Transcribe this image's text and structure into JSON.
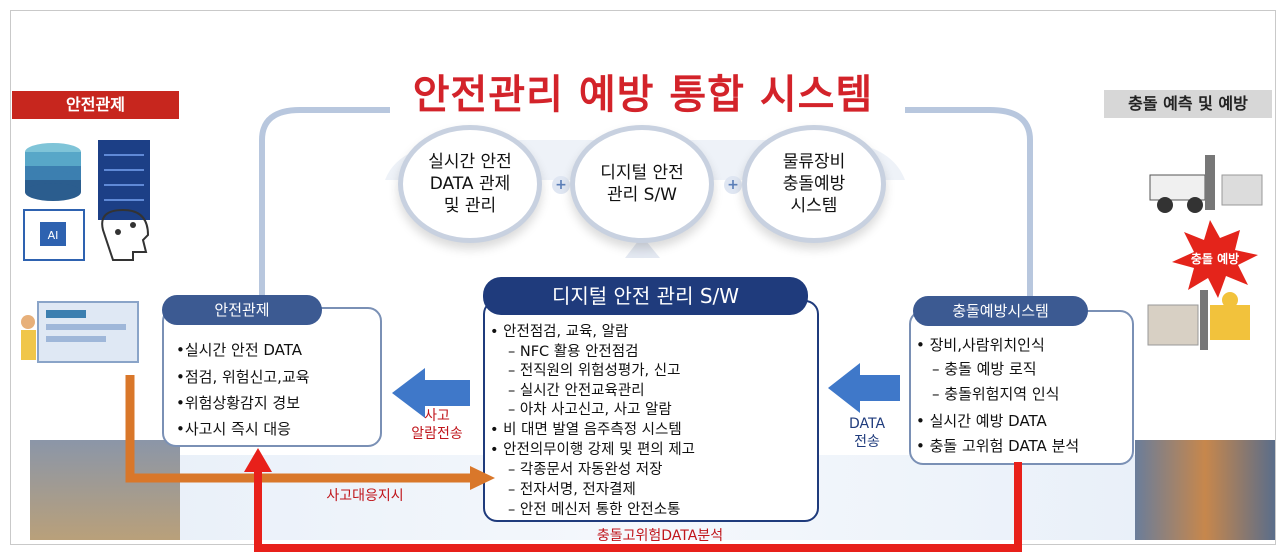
{
  "title": "안전관리 예방 통합 시스템",
  "left_label": "안전관제",
  "right_label": "충돌 예측 및 예방",
  "circles": [
    {
      "text": "실시간 안전\nDATA 관제\n및 관리"
    },
    {
      "text": "디지털 안전\n관리 S/W"
    },
    {
      "text": "물류장비\n충돌예방\n시스템"
    }
  ],
  "plus_symbol": "+",
  "left_panel": {
    "title": "안전관제",
    "items": [
      "•실시간 안전 DATA",
      "•점검, 위험신고,교육",
      "•위험상황감지 경보",
      "•사고시 즉시 대응"
    ]
  },
  "center_panel": {
    "title": "디지털 안전 관리 S/W",
    "items": [
      "• 안전점검, 교육, 알람",
      "– NFC 활용 안전점검",
      "– 전직원의 위험성평가, 신고",
      "– 실시간 안전교육관리",
      "– 아차 사고신고, 사고 알람",
      "• 비 대면 발열 음주측정  시스템",
      "• 안전의무이행 강제 및 편의 제고",
      "– 각종문서 자동완성 저장",
      "– 전자서명, 전자결제",
      "– 안전 메신저 통한 안전소통"
    ]
  },
  "right_panel": {
    "title": "충돌예방시스템",
    "items": [
      "• 장비,사람위치인식",
      "– 충돌 예방 로직",
      "– 충돌위험지역 인식",
      "• 실시간 예방 DATA",
      "• 충돌 고위험 DATA 분석"
    ]
  },
  "arrow_labels": {
    "left": "사고\n알람전송",
    "right": "DATA\n전송",
    "orange": "사고대응지시",
    "red": "충돌고위험DATA분석"
  },
  "collision_badge": "충돌  예방",
  "ai_chip_label": "AI",
  "colors": {
    "title_red": "#d3232a",
    "navy": "#1f3b7c",
    "panel_head": "#3c5a92",
    "arrow_blue": "#3f78c9",
    "orange": "#d9772a",
    "red": "#e8201a"
  }
}
